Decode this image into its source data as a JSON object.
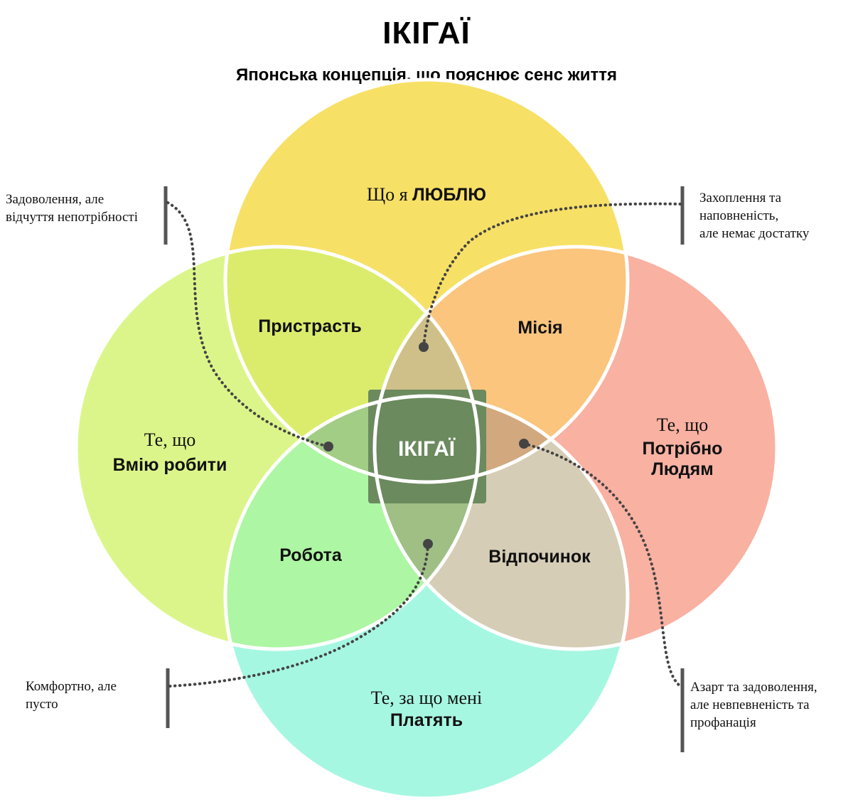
{
  "title": "ІКІГАЇ",
  "subtitle": "Японська концепція, що  пояснює сенс життя",
  "circles": {
    "love": {
      "line1_prefix": "Що я ",
      "line1_bold": "ЛЮБЛЮ",
      "color": "#f7e066"
    },
    "good_at": {
      "line1": "Те, що",
      "line2": "Вмію робити",
      "color": "#dcf58a"
    },
    "needs": {
      "line1": "Те, що",
      "line2": "Потрібно",
      "line3": "Людям",
      "color": "#f9b1a2"
    },
    "paid": {
      "line1": "Те, за що мені",
      "line2": "Платять",
      "color": "#a6f7e1"
    }
  },
  "overlaps": {
    "passion": {
      "label": "Пристрасть",
      "color": "#dbec6c"
    },
    "mission": {
      "label": "Місія",
      "color": "#fbc57d"
    },
    "profession": {
      "label": "Робота",
      "color": "#adf6a3"
    },
    "vocation": {
      "label": "Відпочинок",
      "color": "#d6cdb6"
    },
    "center": {
      "label": "ІКІГАЇ",
      "color": "#6b8a5e"
    }
  },
  "notes": {
    "top_left": "Задоволення, але\nвідчуття непотрібності",
    "top_right": "Захоплення та\nнаповненість,\nале немає достатку",
    "bottom_left": "Комфортно, але\nпусто",
    "bottom_right": "Азарт та задоволення,\nале невпевненість та\nпрофанація"
  }
}
